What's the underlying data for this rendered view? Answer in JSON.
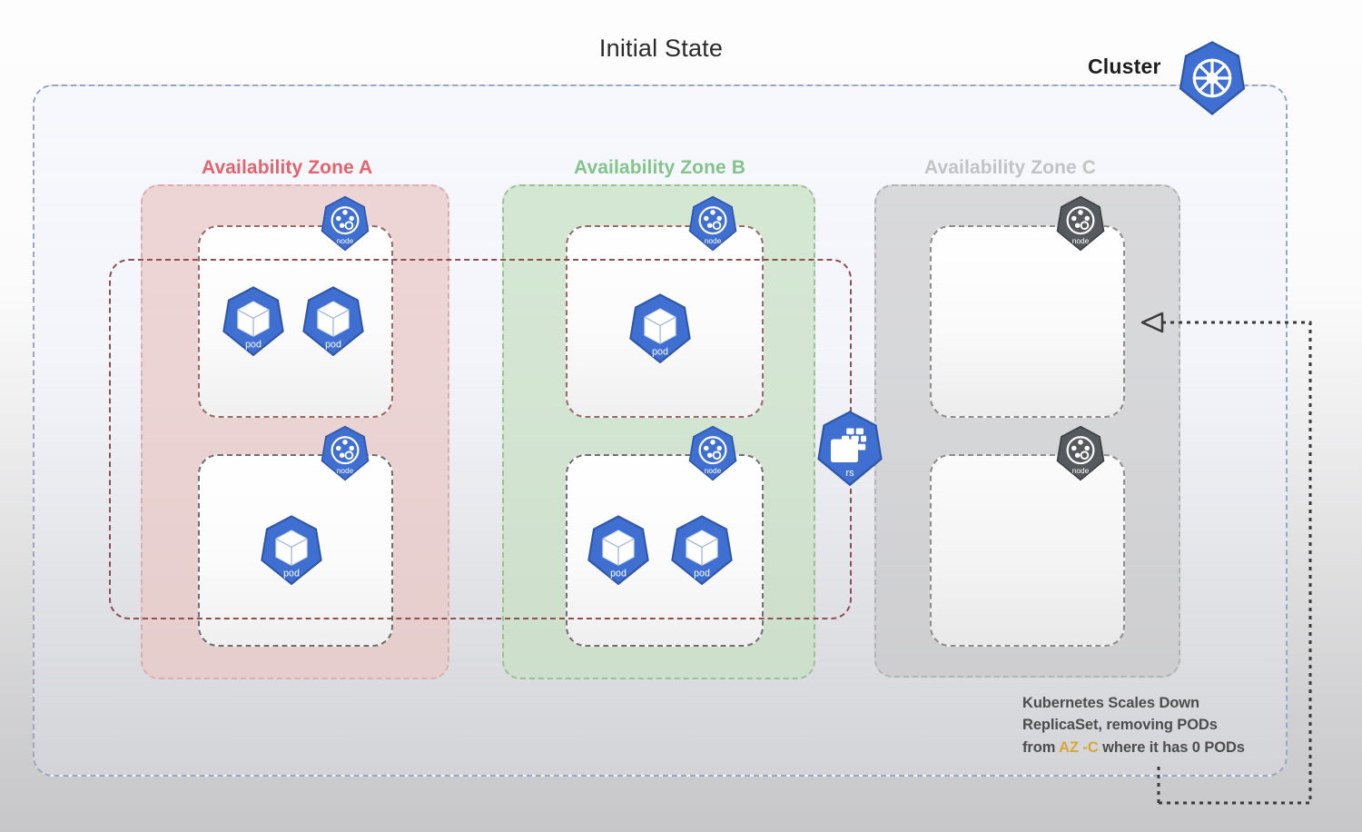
{
  "title": "Initial State",
  "cluster": {
    "label": "Cluster",
    "logo_icon": "kubernetes-helm-icon"
  },
  "colors": {
    "az_a": "#e0656d",
    "az_b": "#84c48b",
    "az_c": "#c3c3c3",
    "pod_blue": "#3f6fd1",
    "node_gray": "#555a5e",
    "cluster_dash": "#9aa6c4",
    "rs_scope": "#8e4f4f",
    "highlight": "#d6a733"
  },
  "zones": [
    {
      "id": "az-a",
      "label": "Availability Zone A",
      "state": "active",
      "nodes": [
        {
          "label": "node",
          "pods": [
            {
              "label": "pod"
            },
            {
              "label": "pod"
            }
          ]
        },
        {
          "label": "node",
          "pods": [
            {
              "label": "pod"
            }
          ]
        }
      ]
    },
    {
      "id": "az-b",
      "label": "Availability Zone B",
      "state": "active",
      "nodes": [
        {
          "label": "node",
          "pods": [
            {
              "label": "pod"
            }
          ]
        },
        {
          "label": "node",
          "pods": [
            {
              "label": "pod"
            },
            {
              "label": "pod"
            }
          ]
        }
      ]
    },
    {
      "id": "az-c",
      "label": "Availability Zone C",
      "state": "dimmed",
      "nodes": [
        {
          "label": "node",
          "pods": []
        },
        {
          "label": "node",
          "pods": []
        }
      ]
    }
  ],
  "replicaset": {
    "label": "rs",
    "icon": "replicaset-icon"
  },
  "annotation": {
    "line1": "Kubernetes Scales Down",
    "line2": "ReplicaSet, removing PODs",
    "line3_pre": "from ",
    "line3_highlight": "AZ -C",
    "line3_post": " where it has 0 PODs"
  },
  "labels": {
    "node": "node",
    "pod": "pod"
  }
}
